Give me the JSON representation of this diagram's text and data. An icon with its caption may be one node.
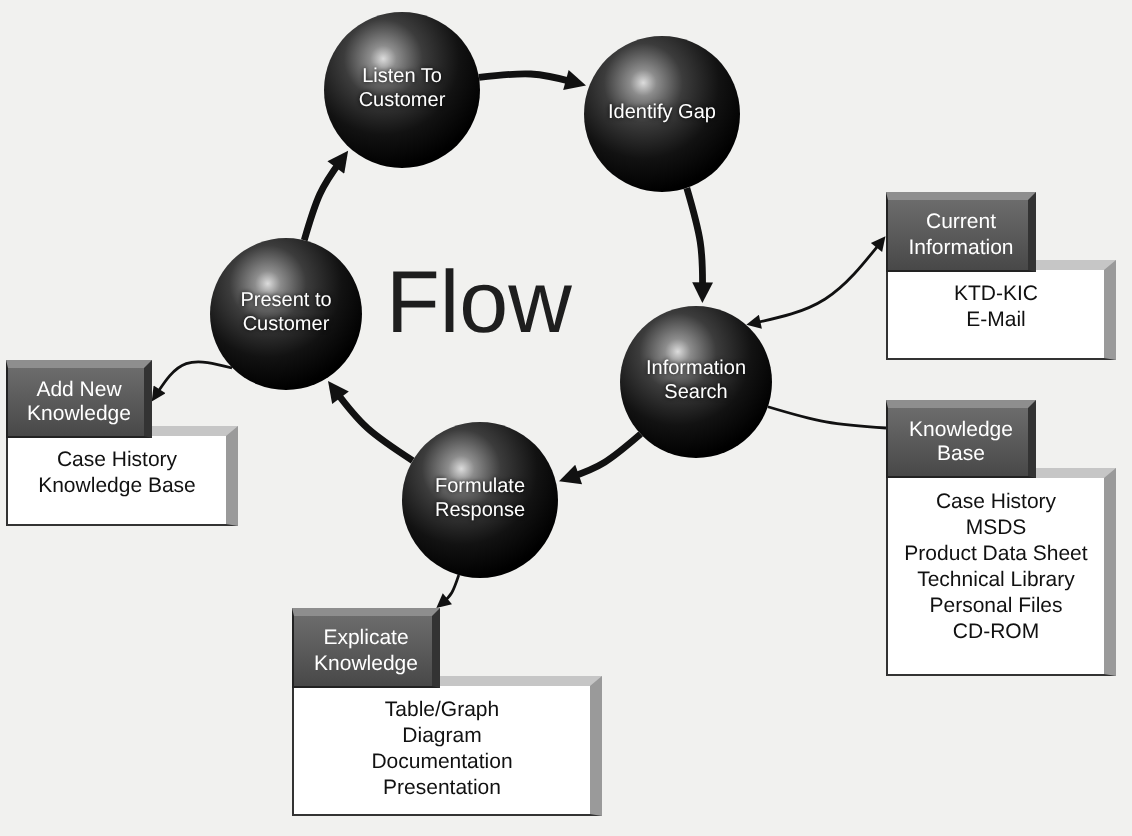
{
  "diagram": {
    "title": "Flow",
    "nodes": [
      {
        "text": [
          "Listen To Customer"
        ]
      },
      {
        "text": [
          "Identify Gap"
        ]
      },
      {
        "text": [
          "Present to Customer"
        ]
      },
      {
        "text": [
          "Current Information"
        ]
      },
      {
        "text": [
          "KTD-KIC",
          "E-Mail"
        ]
      },
      {
        "text": [
          "Information Search"
        ]
      },
      {
        "text": [
          "Add New Knowledge"
        ]
      },
      {
        "text": [
          "Case History",
          "Knowledge Base"
        ]
      },
      {
        "text": [
          "Knowledge Base"
        ]
      },
      {
        "text": [
          "Case History",
          "MSDS",
          "Product Data Sheet",
          "Technical Library",
          "Personal Files",
          "CD-ROM"
        ]
      },
      {
        "text": [
          "Formulate Response"
        ]
      },
      {
        "text": [
          "Explicate Knowledge"
        ]
      },
      {
        "text": [
          "Table/Graph",
          "Diagram",
          "Documentation",
          "Presentation"
        ]
      }
    ],
    "edges": [
      {
        "from": 0,
        "to": 1,
        "arrow": "to"
      },
      {
        "from": 1,
        "to": 5,
        "arrow": "to"
      },
      {
        "from": 5,
        "to": 10,
        "arrow": "to"
      },
      {
        "from": 10,
        "to": 2,
        "arrow": "to"
      },
      {
        "from": 2,
        "to": 0,
        "arrow": "to"
      },
      {
        "from": 5,
        "to": 3,
        "arrow": "both"
      },
      {
        "from": 5,
        "to": 8,
        "arrow": "none"
      },
      {
        "from": 2,
        "to": 6,
        "arrow": "to"
      },
      {
        "from": 10,
        "to": 11,
        "arrow": "to"
      }
    ]
  }
}
